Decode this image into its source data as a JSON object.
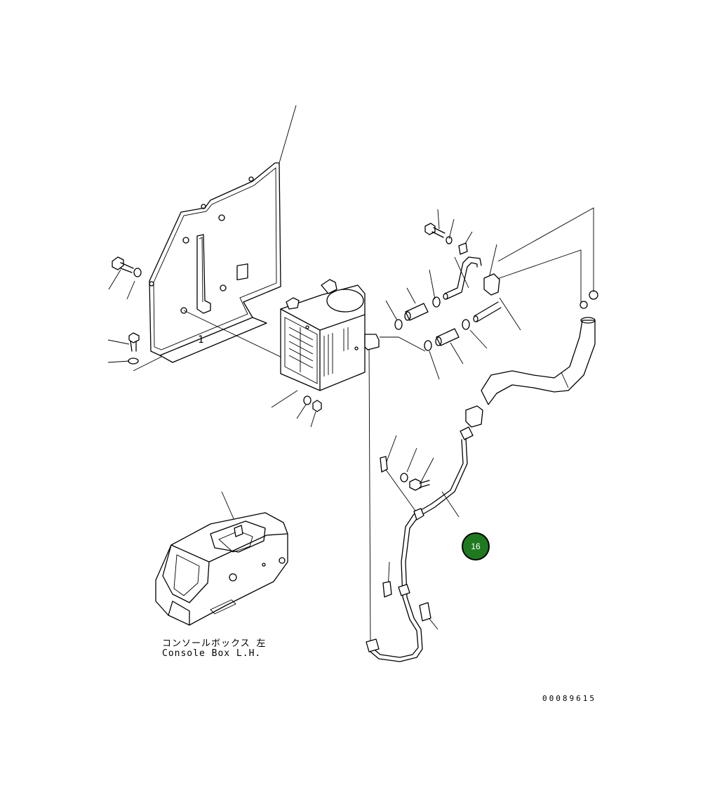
{
  "diagram": {
    "panel_label": "1",
    "caption_japanese": "コンソールボックス 左",
    "caption_english": "Console Box L.H.",
    "drawing_number": "00089615",
    "callout_number": "16",
    "callout_color": "#1f7a1f"
  }
}
